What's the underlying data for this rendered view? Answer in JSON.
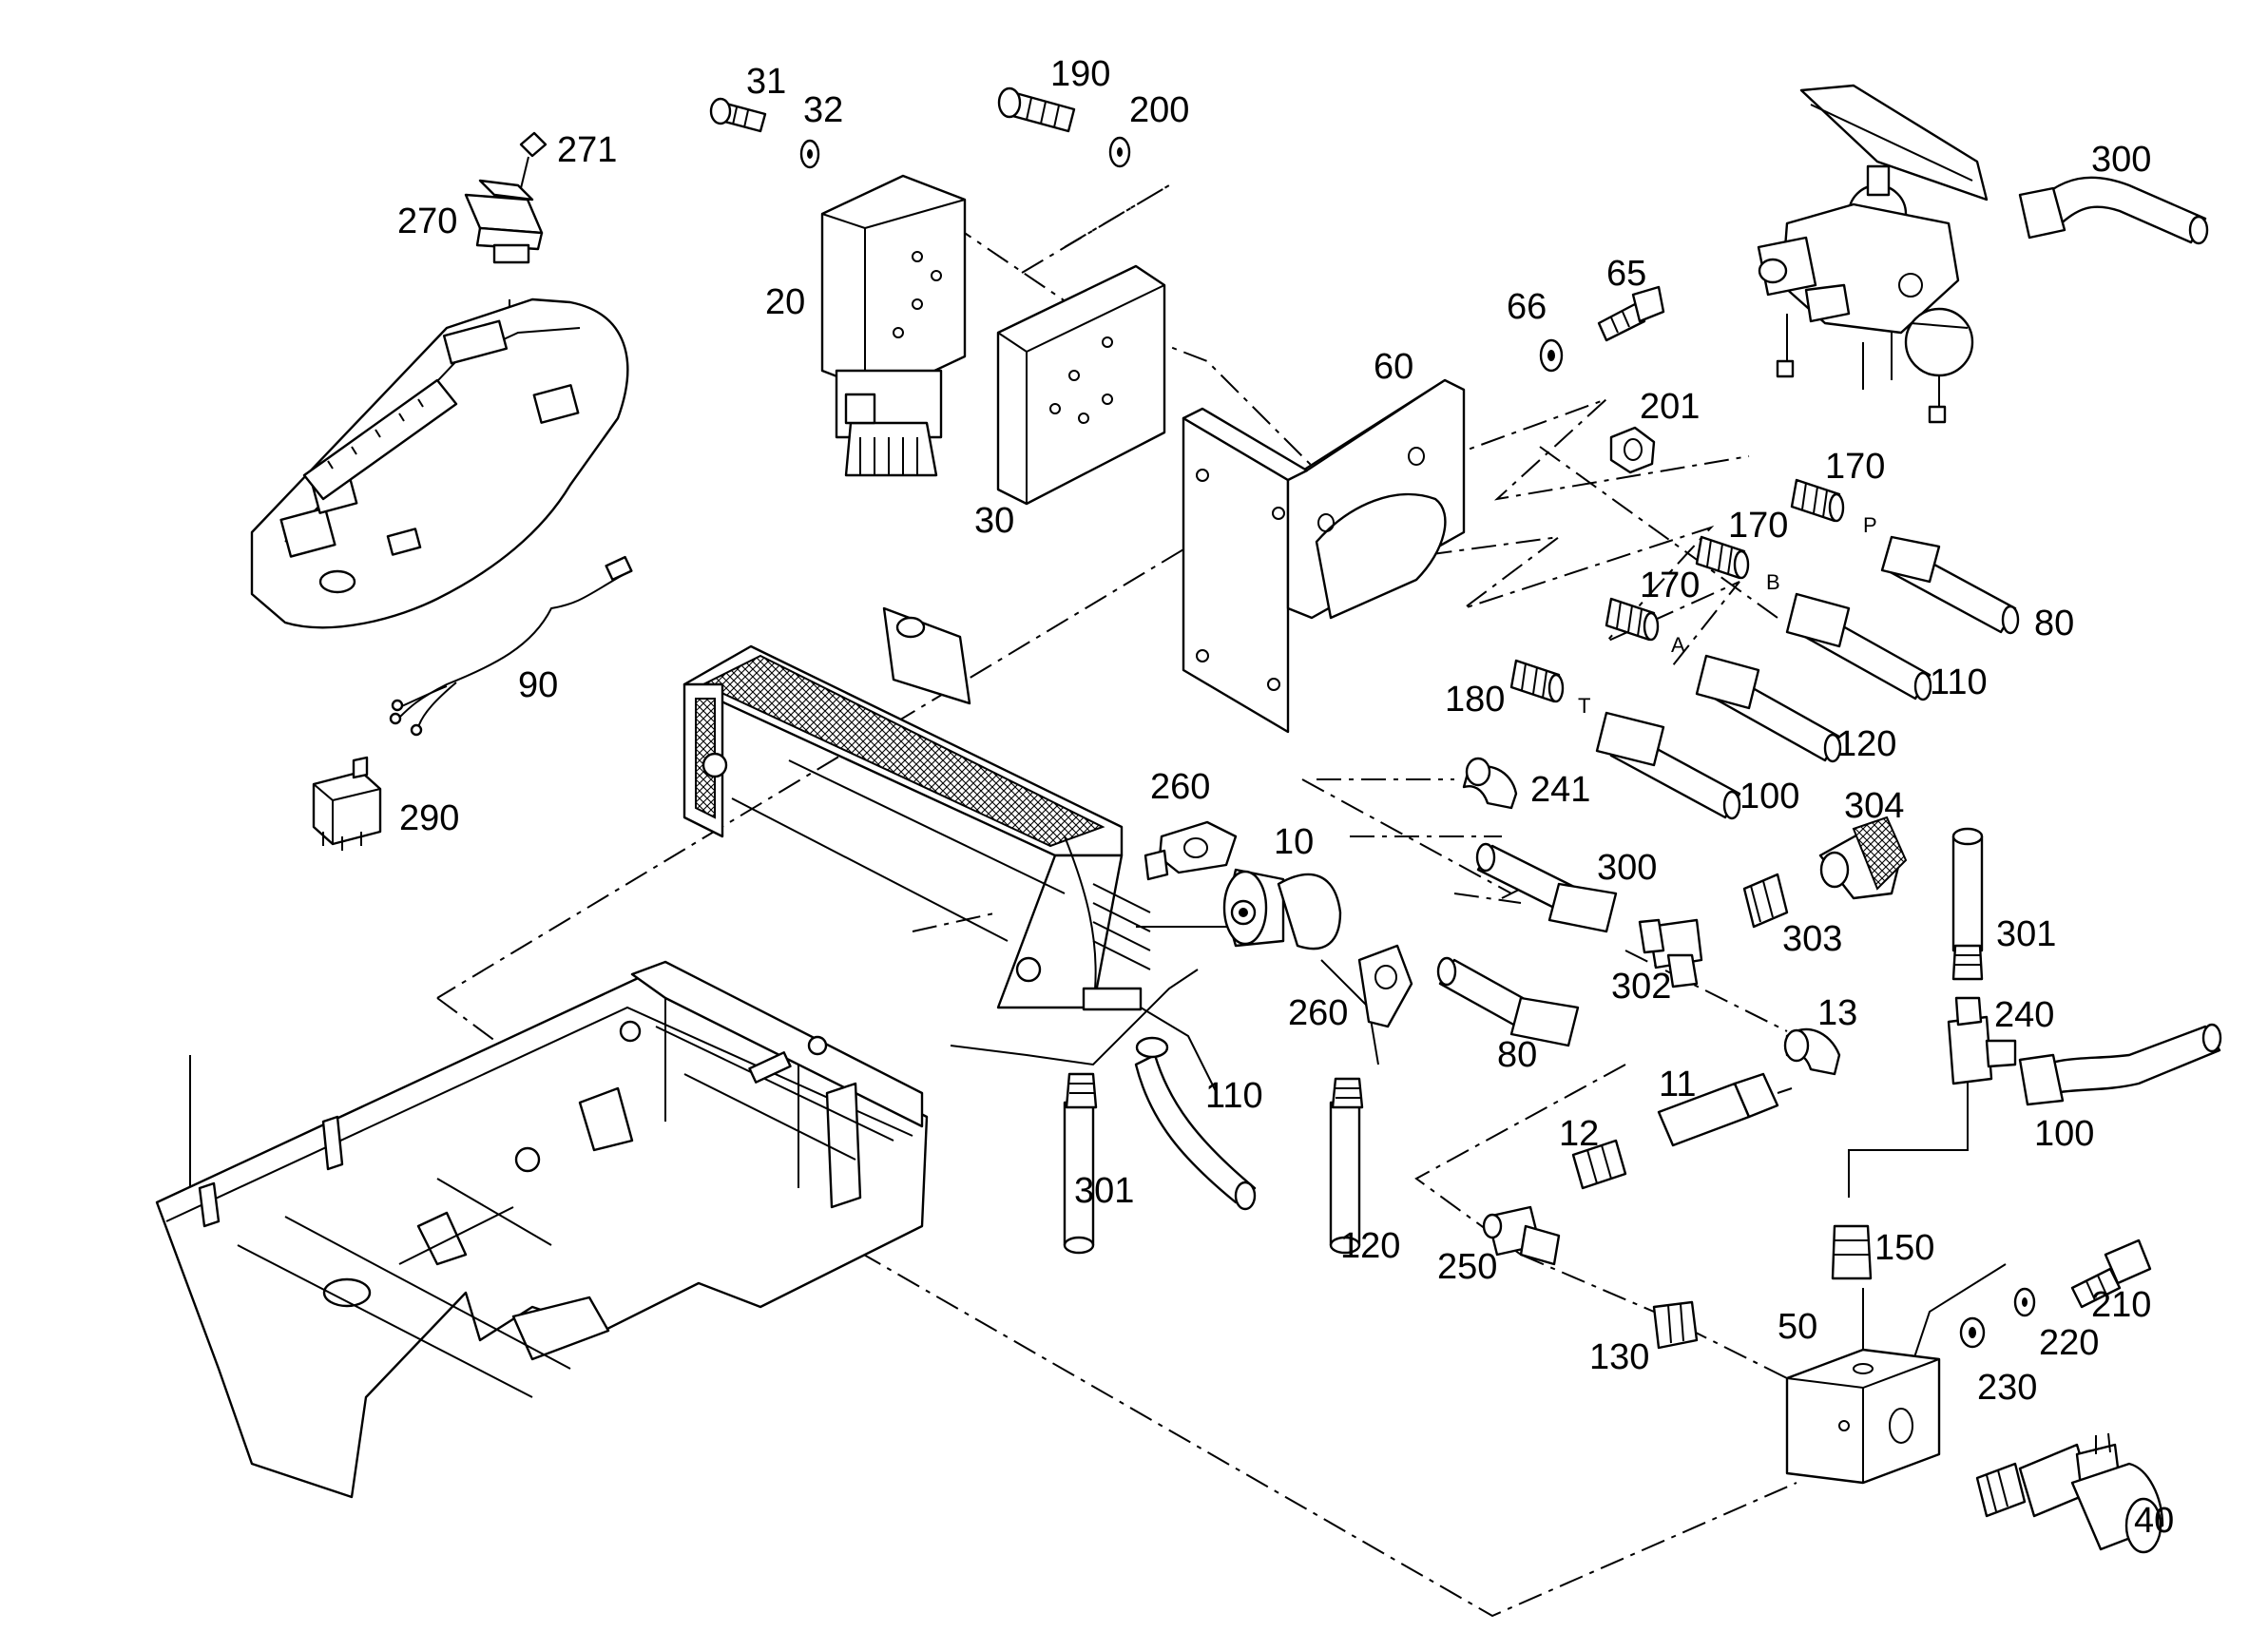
{
  "callouts": {
    "c31": "31",
    "c32": "32",
    "c190": "190",
    "c200": "200",
    "c271": "271",
    "c270": "270",
    "c20": "20",
    "c30": "30",
    "c60": "60",
    "c65": "65",
    "c66": "66",
    "c201": "201",
    "c300_top": "300",
    "c170_p": "170",
    "c170_b": "170",
    "c170_a": "170",
    "c180": "180",
    "c80_top": "80",
    "c110_right": "110",
    "c120_right": "120",
    "c100_mid": "100",
    "c90": "90",
    "c290": "290",
    "c260_top": "260",
    "c10": "10",
    "c241": "241",
    "c304": "304",
    "c300_mid": "300",
    "c303": "303",
    "c301_right": "301",
    "c302": "302",
    "c260_low": "260",
    "c80_low": "80",
    "c13": "13",
    "c240": "240",
    "c100_right": "100",
    "c11": "11",
    "c110_low": "110",
    "c12": "12",
    "c301_low": "301",
    "c120_low": "120",
    "c250": "250",
    "c150": "150",
    "c130": "130",
    "c50": "50",
    "c210": "210",
    "c220": "220",
    "c230": "230",
    "c40": "40"
  },
  "ports": {
    "p": "P",
    "b": "B",
    "a": "A",
    "t": "T"
  }
}
